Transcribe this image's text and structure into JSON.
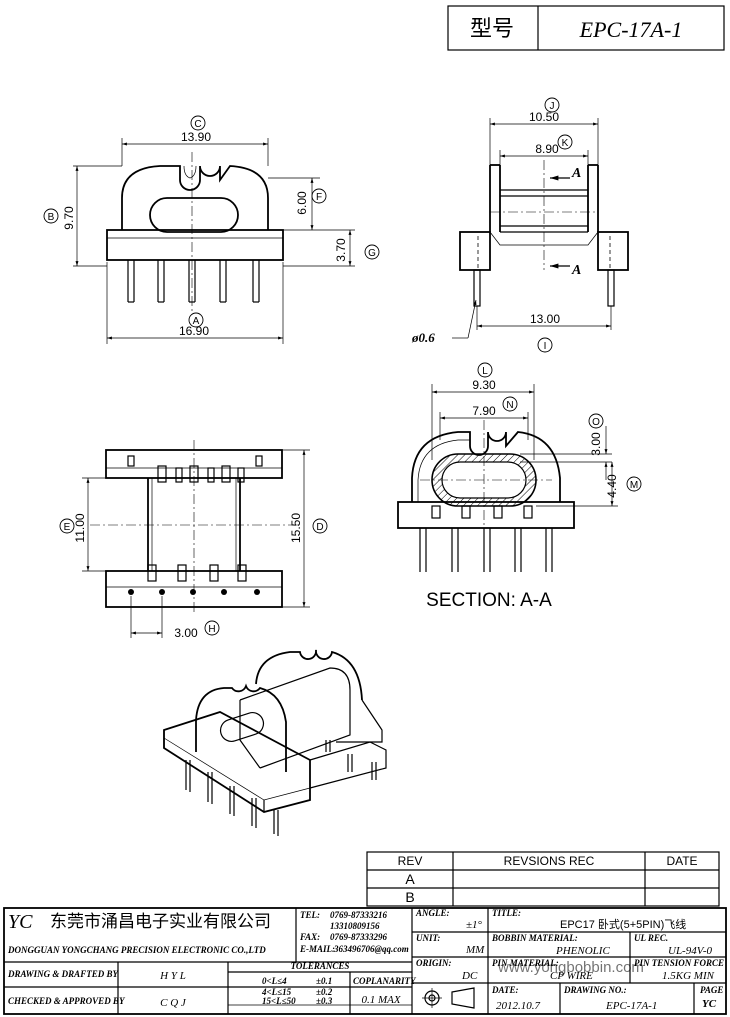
{
  "header": {
    "model_label": "型号",
    "model_value": "EPC-17A-1"
  },
  "top_left_view": {
    "dims": {
      "width_top": "13.90",
      "height_total": "9.70",
      "height_upper": "6.00",
      "height_base": "3.70",
      "width_base": "16.90"
    },
    "labels": {
      "width_top": "C",
      "height_total": "B",
      "height_upper": "F",
      "height_base": "G",
      "width_base": "A"
    }
  },
  "top_right_view": {
    "dims": {
      "outer": "10.50",
      "inner": "8.90",
      "pin_span": "13.00",
      "pin_dia": "ø0.6"
    },
    "labels": {
      "outer": "J",
      "inner": "K",
      "pin_span": "I"
    },
    "section_marks": [
      "A",
      "A"
    ]
  },
  "bottom_left_view": {
    "dims": {
      "inner_height": "11.00",
      "outer_height": "15.50",
      "pitch": "3.00"
    },
    "labels": {
      "inner_height": "E",
      "outer_height": "D",
      "pitch": "H"
    }
  },
  "section_view": {
    "dims": {
      "outer": "9.30",
      "inner": "7.90",
      "h1": "3.00",
      "h2": "4.40"
    },
    "labels": {
      "outer": "L",
      "inner": "N",
      "h1": "O",
      "h2": "M"
    },
    "title": "SECTION: A-A"
  },
  "revision_table": {
    "headers": [
      "REV",
      "REVSIONS REC",
      "DATE"
    ],
    "rows": [
      "A",
      "B"
    ]
  },
  "title_block": {
    "logo": "YC",
    "company_cn": "东莞市涌昌电子实业有限公司",
    "company_en": "DONGGUAN YONGCHANG PRECISION ELECTRONIC CO.,LTD",
    "tel_label": "TEL:",
    "tel1": "0769-87333216",
    "tel2": "13310809156",
    "fax_label": "FAX:",
    "fax": "0769-87333296",
    "email_label": "E-MAIL:",
    "email": "363496706@qq.com",
    "drawn_label": "DRAWING & DRAFTED BY",
    "drawn_value": "H Y L",
    "checked_label": "CHECKED & APPROVED BY",
    "checked_value": "C Q J",
    "tolerances_label": "TOLERANCES",
    "tol_ranges": [
      "0<L≤4",
      "4<L≤15",
      "15<L≤50"
    ],
    "tol_values": [
      "±0.1",
      "±0.2",
      "±0.3"
    ],
    "coplanarity_label": "COPLANARITY",
    "coplanarity_value": "0.1 MAX",
    "angle_label": "ANGLE:",
    "angle_value": "±1°",
    "unit_label": "UNIT:",
    "unit_value": "MM",
    "origin_label": "ORIGIN:",
    "origin_value": "DC",
    "title_label": "TITLE:",
    "title_value": "EPC17 卧式(5+5PIN)飞线",
    "bobbin_label": "BOBBIN MATERIAL:",
    "bobbin_value": "PHENOLIC",
    "ulrec_label": "UL REC.",
    "ulrec_value": "UL-94V-0",
    "pin_label": "PIN MATERIAL:",
    "pin_value": "CP WIRE",
    "tension_label": "PIN TENSION FORCE",
    "tension_value": "1.5KG MIN",
    "date_label": "DATE:",
    "date_value": "2012.10.7",
    "drawing_label": "DRAWING NO.:",
    "drawing_value": "EPC-17A-1",
    "page_label": "PAGE",
    "page_value": "YC",
    "watermark": "www.yongbobbin.com"
  }
}
